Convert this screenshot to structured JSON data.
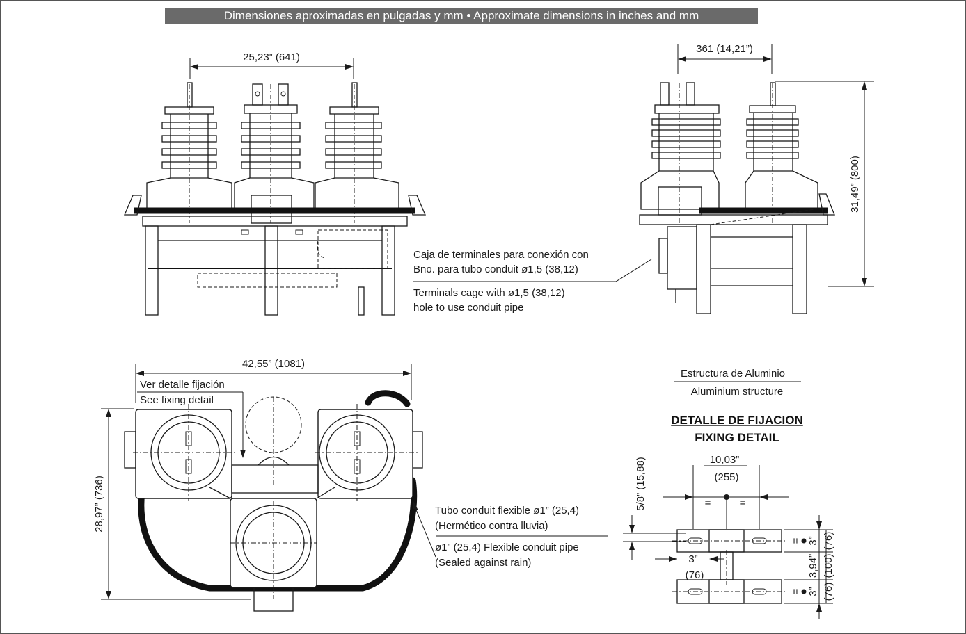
{
  "header": {
    "banner": "Dimensiones aproximadas en pulgadas y mm • Approximate dimensions in inches and mm"
  },
  "front_view": {
    "dim_width": "25,23” (641)",
    "callout_es_1": "Caja de terminales para conexión con",
    "callout_es_2": "Bno. para tubo conduit ø1,5 (38,12)",
    "callout_en_1": "Terminals cage with ø1,5 (38,12)",
    "callout_en_2": "hole to use conduit pipe"
  },
  "side_view": {
    "dim_top": "361 (14,21”)",
    "dim_height": "31,49” (800)"
  },
  "top_view": {
    "dim_width": "42,55” (1081)",
    "dim_depth": "28,97” (736)",
    "fixing_es": "Ver detalle fijación",
    "fixing_en": "See fixing detail",
    "conduit_es_1": "Tubo conduit flexible ø1” (25,4)",
    "conduit_es_2": "(Hermético contra lluvia)",
    "conduit_en_1": "ø1” (25,4) Flexible conduit pipe",
    "conduit_en_2": "(Sealed against rain)"
  },
  "fixing_detail": {
    "structure_es": "Estructura de Aluminio",
    "structure_en": "Aluminium structure",
    "title_es": "DETALLE DE FIJACION",
    "title_en": "FIXING DETAIL",
    "dim_slot": "5/8” (15,88)",
    "dim_width_in": "10,03”",
    "dim_width_mm": "(255)",
    "equal": "=",
    "dim_3in": "3”",
    "dim_76": "(76)",
    "dim_394": "3,94”",
    "dim_100": "(100)"
  }
}
